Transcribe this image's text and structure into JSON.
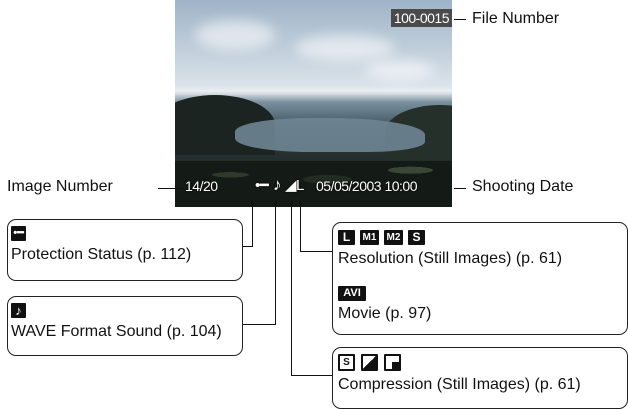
{
  "photo": {
    "file_number": "100-0015",
    "image_number": "14/20",
    "shooting_date": "05/05/2003 10:00"
  },
  "labels": {
    "file_number": "File Number",
    "image_number": "Image Number",
    "shooting_date": "Shooting Date"
  },
  "boxes": {
    "protection": "Protection Status (p. 112)",
    "wave_sound": "WAVE Format Sound (p. 104)",
    "resolution": "Resolution (Still Images) (p. 61)",
    "movie": "Movie (p. 97)",
    "compression": "Compression (Still Images) (p. 61)"
  },
  "icons": {
    "resolution": [
      "L",
      "M1",
      "M2",
      "S"
    ],
    "movie": "AVI",
    "compression": [
      "S",
      "",
      ""
    ]
  }
}
